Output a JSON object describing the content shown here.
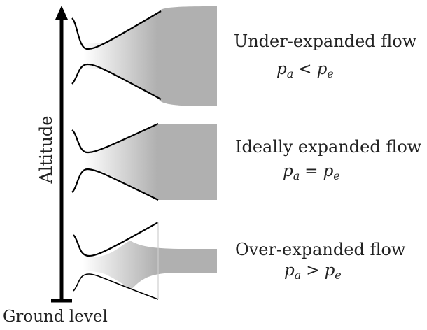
{
  "axis": {
    "label": "Altitude",
    "ground_label": "Ground level",
    "direction_icon": "arrow-up-icon"
  },
  "colors": {
    "flow": "#b0b0b0",
    "outline": "#000000",
    "text": "#222222"
  },
  "nozzles": [
    {
      "id": "under",
      "title": "Under-expanded flow",
      "formula": {
        "lhs_base": "p",
        "lhs_sub": "a",
        "relation": "<",
        "rhs_base": "p",
        "rhs_sub": "e"
      },
      "plume": "expanding"
    },
    {
      "id": "ideal",
      "title": "Ideally expanded flow",
      "formula": {
        "lhs_base": "p",
        "lhs_sub": "a",
        "relation": "=",
        "rhs_base": "p",
        "rhs_sub": "e"
      },
      "plume": "straight"
    },
    {
      "id": "over",
      "title": "Over-expanded flow",
      "formula": {
        "lhs_base": "p",
        "lhs_sub": "a",
        "relation": ">",
        "rhs_base": "p",
        "rhs_sub": "e"
      },
      "plume": "contracting"
    }
  ]
}
